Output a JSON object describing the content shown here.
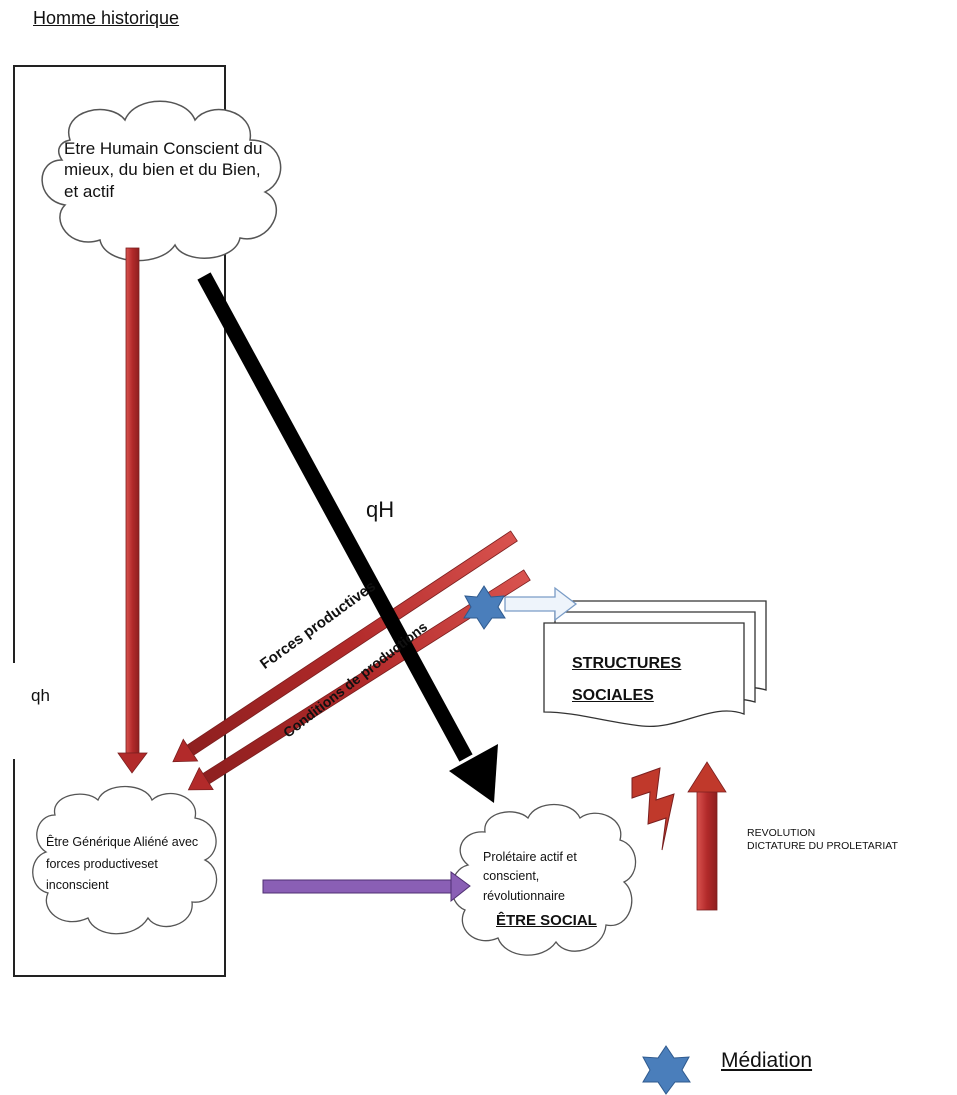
{
  "title": "Homme historique",
  "clouds": {
    "top": "Etre Humain Conscient du mieux, du bien et du Bien, et actif",
    "bottom": "Être Générique Aliéné avec forces productiveset inconscient",
    "right": "Prolétaire actif et conscient, révolutionnaire",
    "right_label": "ÊTRE SOCIAL"
  },
  "labels": {
    "qh": "qh",
    "qH": "qH",
    "forces": "Forces productives",
    "conditions": "Conditions  de productions",
    "structures": "STRUCTURES\nSOCIALES",
    "revolution": "REVOLUTION\nDICTATURE DU PROLETARIAT"
  },
  "legend": {
    "mediation": "Médiation",
    "star_color": "#4a7ebb"
  },
  "colors": {
    "red_arrow": "#b83a3a",
    "purple_arrow": "#7a4fa3",
    "black_arrow": "#000000"
  }
}
